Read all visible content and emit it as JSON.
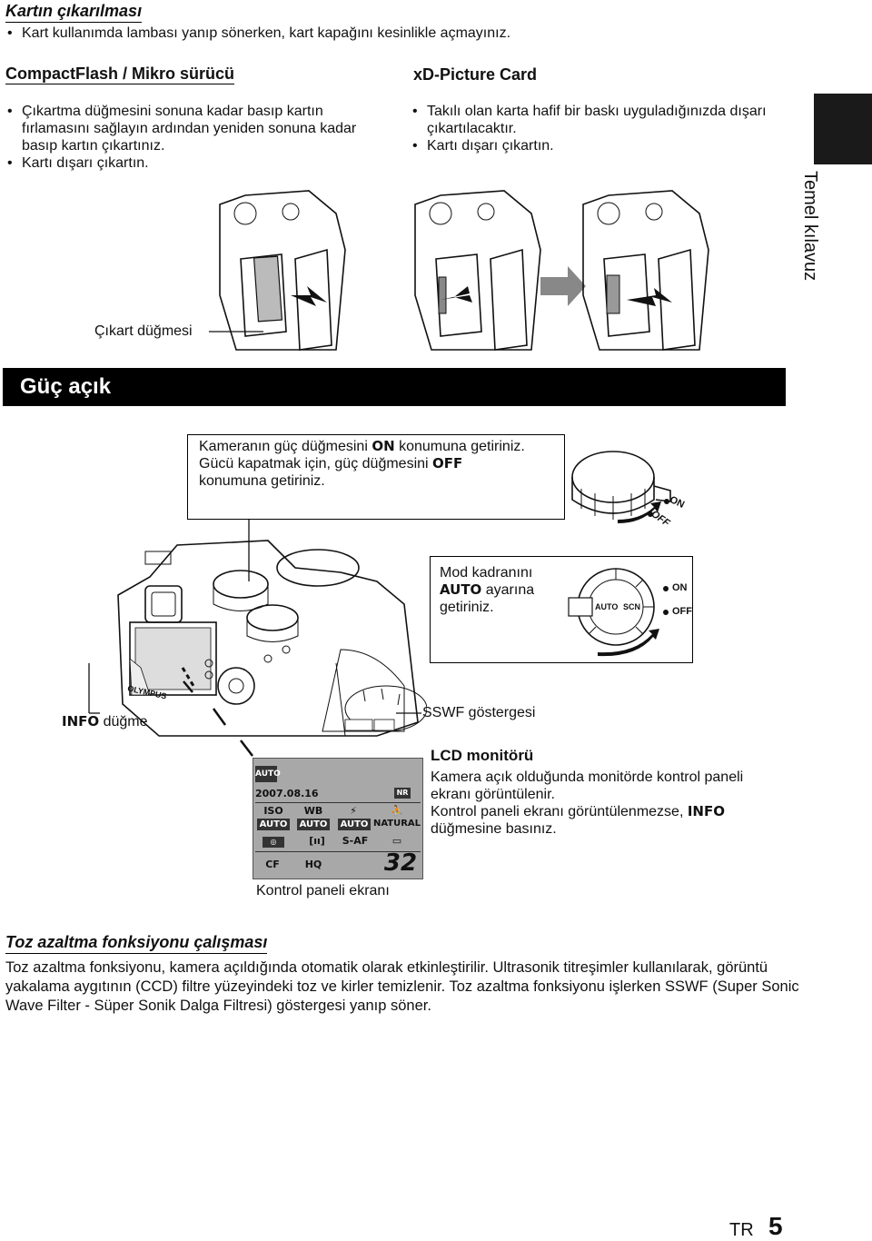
{
  "removal": {
    "title": "Kartın çıkarılması",
    "warning": "Kart kullanımda lambası yanıp sönerken, kart kapağını kesinlikle açmayınız."
  },
  "compactflash": {
    "title": "CompactFlash / Mikro sürücü",
    "bullets": [
      "Çıkartma düğmesini sonuna kadar basıp kartın fırlamasını sağlayın ardından yeniden sonuna kadar basıp kartın çıkartınız.",
      "Kartı dışarı çıkartın."
    ],
    "eject_label": "Çıkart düğmesi"
  },
  "xd": {
    "title": "xD-Picture Card",
    "bullets": [
      "Takılı olan karta hafif bir baskı uyguladığınızda dışarı çıkartılacaktır.",
      "Kartı dışarı çıkartın."
    ]
  },
  "side_tab": {
    "label": "Temel kılavuz"
  },
  "power": {
    "banner": "Güç açık",
    "callout1": {
      "part1": "Kameranın güç düğmesini ",
      "on": "ON",
      "part2": " konumuna getiriniz.",
      "line2": "Gücü kapatmak için, güç düğmesini ",
      "off": "OFF",
      "line3": "konumuna getiriniz."
    },
    "switch_on": "ON",
    "switch_off": "OFF",
    "callout2": {
      "part1": "Mod kadranını",
      "auto": "AUTO",
      "part2": " ayarına",
      "part3": "getiriniz."
    },
    "dial_on": "ON",
    "dial_off": "OFF",
    "dial_auto": "AUTO",
    "dial_scene": "SCN",
    "info_key": "INFO",
    "info_label": " düğme",
    "sswf_label": "SSWF göstergesi",
    "camera_brand": "OLYMPUS",
    "lcd_title": "LCD monitörü",
    "lcd_text1": "Kamera açık olduğunda monitörde kontrol paneli ekranı görüntülenir.",
    "lcd_text2": "Kontrol paneli ekranı görüntülenmezse, ",
    "lcd_info": "INFO",
    "lcd_text3": " düğmesine basınız.",
    "panel_label": "Kontrol paneli ekranı",
    "panel": {
      "mode": "AUTO",
      "date": "2007.08.16",
      "nr": "NR",
      "iso": "ISO",
      "wb": "WB",
      "iso_val": "AUTO",
      "wb_val": "AUTO",
      "flash_val": "AUTO",
      "natural": "NATURAL",
      "saf": "S-AF",
      "cf": "CF",
      "hq": "HQ",
      "count": "32"
    }
  },
  "dust": {
    "title": "Toz azaltma fonksiyonu çalışması",
    "text": "Toz azaltma fonksiyonu, kamera açıldığında otomatik olarak etkinleştirilir. Ultrasonik titreşimler kullanılarak, görüntü yakalama aygıtının (CCD) filtre yüzeyindeki toz ve kirler temizlenir. Toz azaltma fonksiyonu işlerken SSWF (Super Sonic Wave Filter - Süper Sonik Dalga Filtresi) göstergesi yanıp söner."
  },
  "footer": {
    "lang": "TR",
    "page": "5"
  }
}
